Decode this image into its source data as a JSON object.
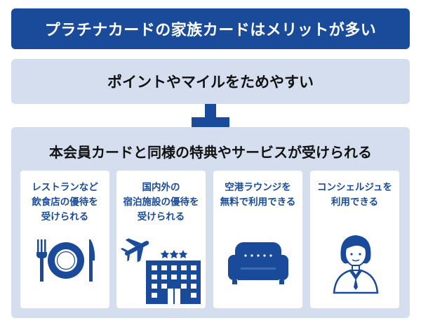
{
  "title": "プラチナカードの家族カードはメリットが多い",
  "point_box": {
    "text": "ポイントやマイルをためやすい"
  },
  "main_box": {
    "heading": "本会員カードと同様の特典やサービスが受けられる",
    "cards": [
      {
        "lines": [
          "レストランなど",
          "飲食店の優待を",
          "受けられる"
        ],
        "icon": "dining-icon"
      },
      {
        "lines": [
          "国内外の",
          "宿泊施設の優待を",
          "受けられる"
        ],
        "icon": "travel-hotel-icon"
      },
      {
        "lines": [
          "空港ラウンジを",
          "無料で利用できる"
        ],
        "icon": "lounge-sofa-icon"
      },
      {
        "lines": [
          "コンシェルジュを",
          "利用できる"
        ],
        "icon": "concierge-icon"
      }
    ]
  },
  "colors": {
    "primary": "#1a4b9b",
    "panel": "#d4deee",
    "card": "#ffffff",
    "text": "#111111"
  }
}
